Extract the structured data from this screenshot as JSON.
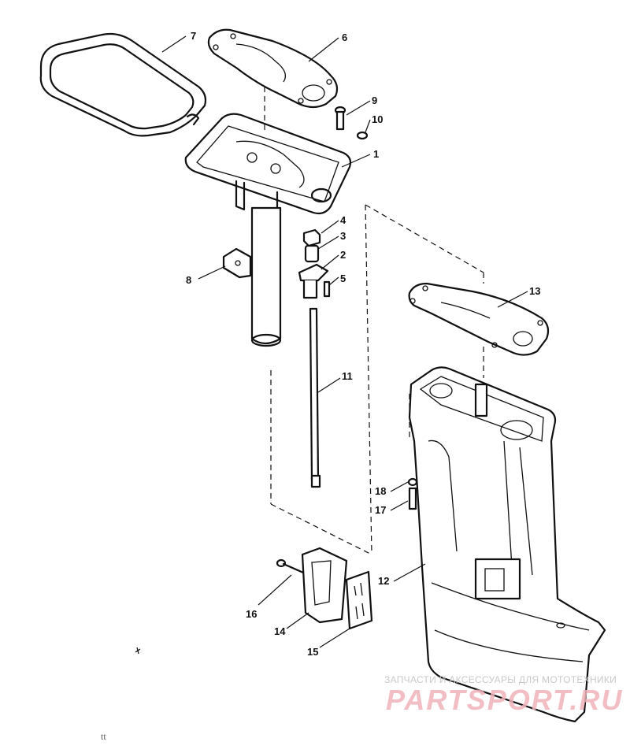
{
  "callouts": [
    {
      "id": "1",
      "label": "1"
    },
    {
      "id": "2",
      "label": "2"
    },
    {
      "id": "3",
      "label": "3"
    },
    {
      "id": "4",
      "label": "4"
    },
    {
      "id": "5",
      "label": "5"
    },
    {
      "id": "6",
      "label": "6"
    },
    {
      "id": "7",
      "label": "7"
    },
    {
      "id": "8",
      "label": "8"
    },
    {
      "id": "9",
      "label": "9"
    },
    {
      "id": "10",
      "label": "10"
    },
    {
      "id": "11",
      "label": "11"
    },
    {
      "id": "12",
      "label": "12"
    },
    {
      "id": "13",
      "label": "13"
    },
    {
      "id": "14",
      "label": "14"
    },
    {
      "id": "15",
      "label": "15"
    },
    {
      "id": "16",
      "label": "16"
    },
    {
      "id": "17",
      "label": "17"
    },
    {
      "id": "18",
      "label": "18"
    }
  ],
  "watermark": {
    "caption": "ЗАПЧАСТИ И АКСЕССУАРЫ ДЛЯ МОТОТЕХНИКИ",
    "logo": "PARTSPORT.RU"
  },
  "scan_mark": "tt",
  "colors": {
    "line": "#111111",
    "background": "#ffffff",
    "watermark_logo": "#f0b3ba",
    "watermark_text": "#c9c9c9"
  }
}
